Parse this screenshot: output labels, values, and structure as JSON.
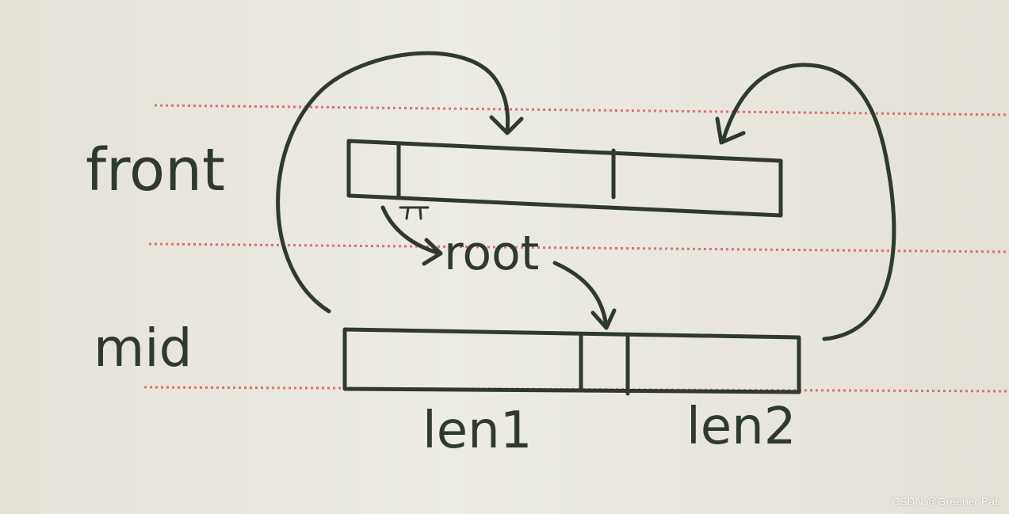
{
  "labels": {
    "front": "front",
    "mid": "mid",
    "root": "root",
    "len1": "len1",
    "len2": "len2"
  },
  "watermark": "CSDN @Greener Pat",
  "colors": {
    "ink": "#2f3a2f",
    "ruled_line": "#e0706a",
    "paper": "#e9e7df"
  }
}
